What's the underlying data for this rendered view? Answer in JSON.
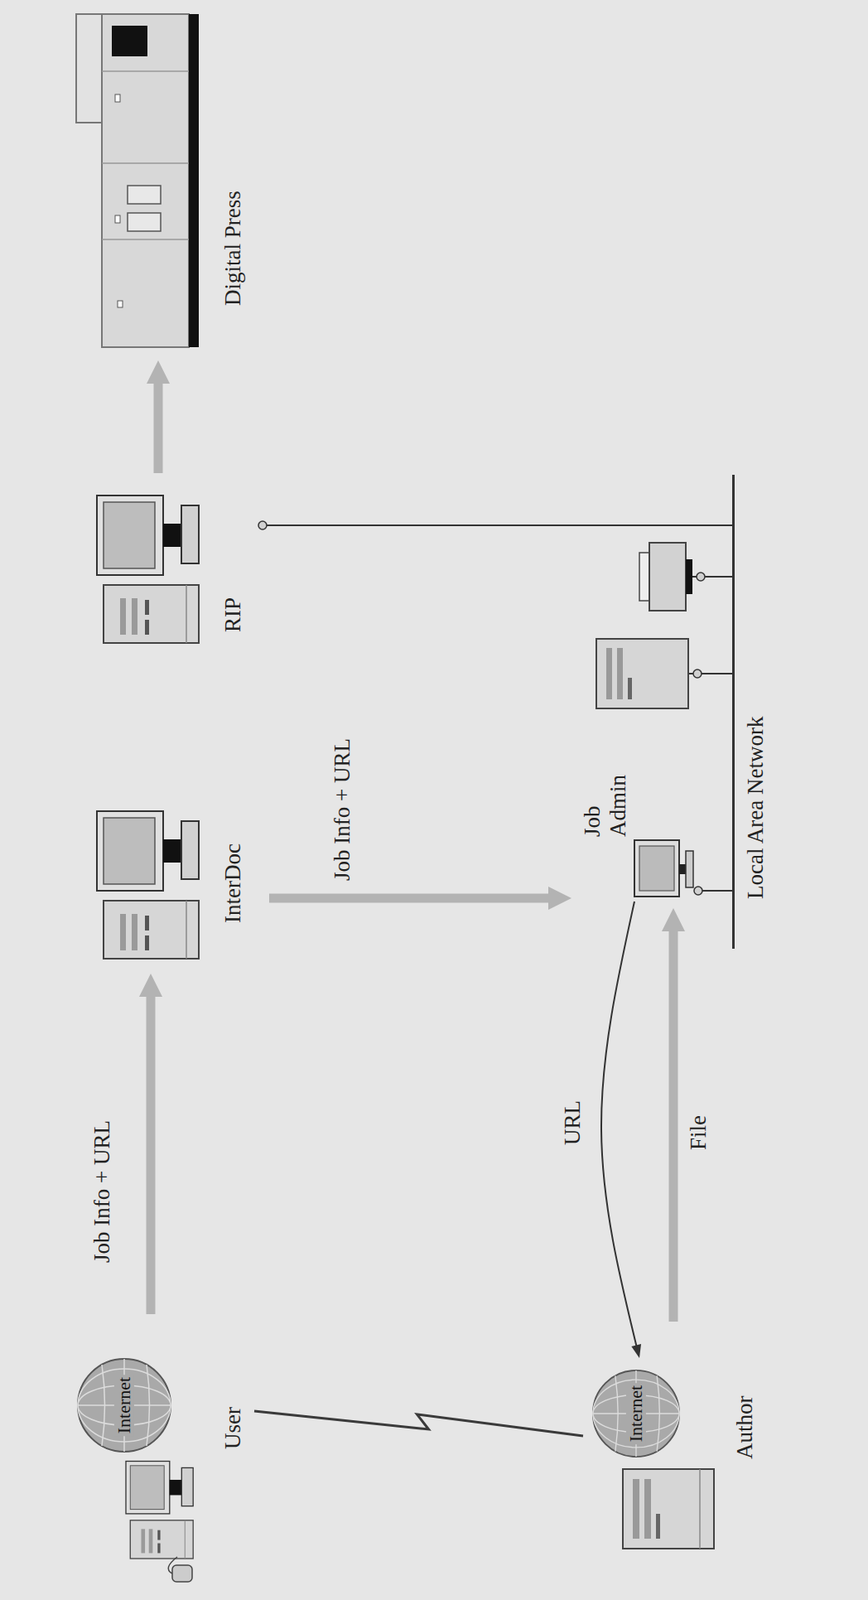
{
  "diagram": {
    "nodes": [
      {
        "text": [
          "Internet",
          "User"
        ]
      },
      {
        "text": [
          "InterDoc"
        ]
      },
      {
        "text": [
          "RIP"
        ]
      },
      {
        "text": [
          "Digital Press"
        ]
      },
      {
        "text": [
          "Internet",
          "Author"
        ]
      },
      {
        "text": [
          "Job Admin"
        ]
      },
      {
        "text": [
          "Local Area Network"
        ]
      }
    ],
    "edges": [
      {
        "from": 0,
        "to": 1,
        "label": "Job Info + URL",
        "arrow": "to"
      },
      {
        "from": 1,
        "to": 5,
        "label": "Job Info + URL",
        "arrow": "to"
      },
      {
        "from": 2,
        "to": 3,
        "arrow": "to"
      },
      {
        "from": 5,
        "to": 4,
        "label": "URL",
        "arrow": "to"
      },
      {
        "from": 4,
        "to": 5,
        "label": "File",
        "arrow": "to"
      },
      {
        "from": 0,
        "to": 4,
        "arrow": "none"
      },
      {
        "from": 2,
        "to": 6,
        "arrow": "none"
      },
      {
        "from": 5,
        "to": 6,
        "arrow": "none"
      }
    ]
  }
}
